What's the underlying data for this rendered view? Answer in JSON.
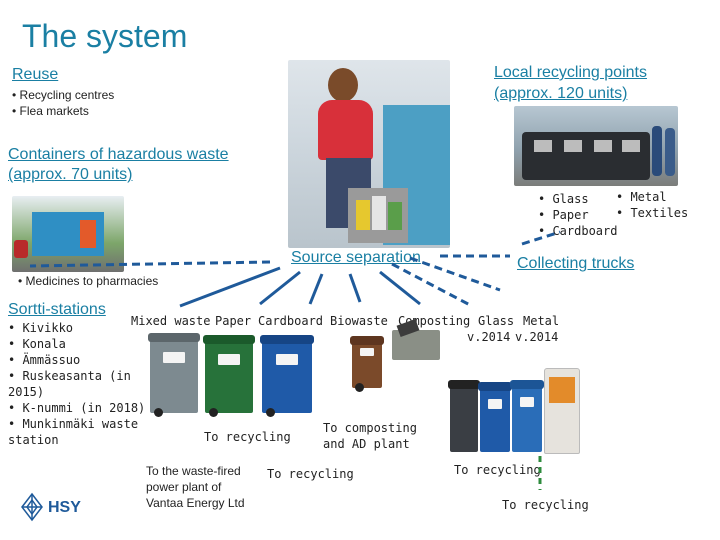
{
  "title": "The system",
  "reuse": {
    "heading": "Reuse",
    "items": [
      "• Recycling centres",
      "• Flea markets"
    ]
  },
  "local_points": {
    "heading_line1": "Local recycling points",
    "heading_line2": "(approx. 120 units)",
    "materials": [
      "• Glass",
      "• Paper",
      "• Cardboard"
    ],
    "materials_right": [
      "• Metal",
      "• Textiles"
    ]
  },
  "hazardous": {
    "heading_line1": "Containers of hazardous waste",
    "heading_line2": "(approx. 70 units)",
    "medicines": "• Medicines to pharmacies"
  },
  "source_separation": "Source separation",
  "collecting_trucks": "Collecting trucks",
  "sortti": {
    "heading": "Sortti-stations",
    "items": [
      "• Kivikko",
      "• Konala",
      "• Ämmässuo",
      "• Ruskeasanta (in",
      "2015)",
      "• K-nummi (in 2018)",
      "• Munkinmäki waste",
      "station"
    ]
  },
  "categories": {
    "mixed": "Mixed waste",
    "paper": "Paper",
    "cardboard": "Cardboard",
    "biowaste": "Biowaste",
    "composting": "Composting",
    "glass": "Glass",
    "glass_year": "v.2014",
    "metal": "Metal",
    "metal_year": "v.2014"
  },
  "destinations": {
    "waste_fired_line1": "To the waste-fired",
    "waste_fired_line2": "power plant of",
    "waste_fired_line3": "Vantaa Energy Ltd",
    "recycling_1": "To recycling",
    "recycling_2": "To recycling",
    "composting_line1": "To composting",
    "composting_line2": "and AD plant",
    "recycling_3": "To recycling",
    "recycling_4": "To recycling"
  },
  "logo_text": "HSY",
  "colors": {
    "title": "#1a7fa3",
    "link": "#1a7fa3",
    "green_link": "#2e8b3d",
    "arrow": "#1a7fa3",
    "dashed_arrow": "#1f5a9a",
    "green_arrow": "#2e8b3d"
  }
}
